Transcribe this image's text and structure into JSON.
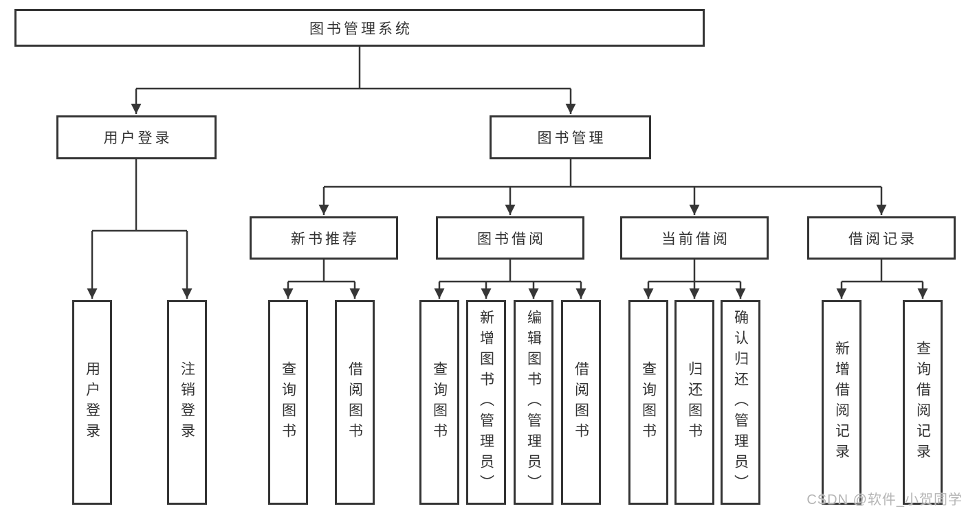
{
  "diagram": {
    "title": "图书管理系统",
    "root": {
      "label": "图书管理系统"
    },
    "branches": [
      {
        "label": "用户登录",
        "children": [
          "用户登录",
          "注销登录"
        ]
      },
      {
        "label": "图书管理",
        "children": [
          {
            "label": "新书推荐",
            "children": [
              "查询图书",
              "借阅图书"
            ]
          },
          {
            "label": "图书借阅",
            "children": [
              "查询图书",
              "新增图书（管理员）",
              "编辑图书（管理员）",
              "借阅图书"
            ]
          },
          {
            "label": "当前借阅",
            "children": [
              "查询图书",
              "归还图书",
              "确认归还（管理员）"
            ]
          },
          {
            "label": "借阅记录",
            "children": [
              "新增借阅记录",
              "查询借阅记录"
            ]
          }
        ]
      }
    ]
  },
  "watermark": {
    "text": "CSDN @软件_小贺同学"
  },
  "colors": {
    "background": "#ffffff",
    "line": "#363636",
    "box_border": "#343434",
    "text": "#333333",
    "watermark": "#b5b5b5"
  }
}
